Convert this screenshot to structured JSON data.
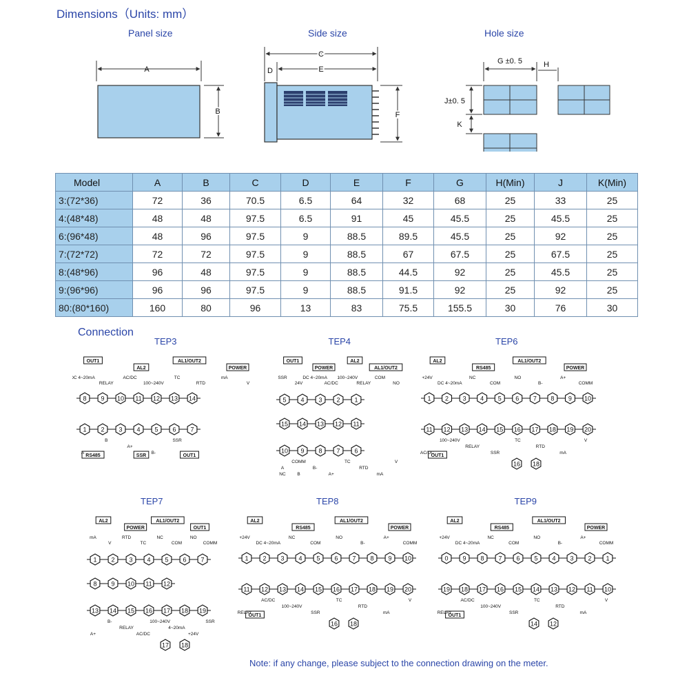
{
  "dimensions": {
    "title": "Dimensions（Units: mm）",
    "panel_caption": "Panel size",
    "side_caption": "Side size",
    "hole_caption": "Hole size",
    "panel_labels": {
      "a": "A",
      "b": "B"
    },
    "side_labels": {
      "c": "C",
      "d": "D",
      "e": "E",
      "f": "F"
    },
    "hole_labels": {
      "g": "G ±0. 5",
      "h": "H",
      "j": "J±0. 5",
      "k": "K"
    }
  },
  "table": {
    "headers": [
      "Model",
      "A",
      "B",
      "C",
      "D",
      "E",
      "F",
      "G",
      "H(Min)",
      "J",
      "K(Min)"
    ],
    "rows": [
      [
        "3:(72*36)",
        "72",
        "36",
        "70.5",
        "6.5",
        "64",
        "32",
        "68",
        "25",
        "33",
        "25"
      ],
      [
        "4:(48*48)",
        "48",
        "48",
        "97.5",
        "6.5",
        "91",
        "45",
        "45.5",
        "25",
        "45.5",
        "25"
      ],
      [
        "6:(96*48)",
        "48",
        "96",
        "97.5",
        "9",
        "88.5",
        "89.5",
        "45.5",
        "25",
        "92",
        "25"
      ],
      [
        "7:(72*72)",
        "72",
        "72",
        "97.5",
        "9",
        "88.5",
        "67",
        "67.5",
        "25",
        "67.5",
        "25"
      ],
      [
        "8:(48*96)",
        "96",
        "48",
        "97.5",
        "9",
        "88.5",
        "44.5",
        "92",
        "25",
        "45.5",
        "25"
      ],
      [
        "9:(96*96)",
        "96",
        "96",
        "97.5",
        "9",
        "88.5",
        "91.5",
        "92",
        "25",
        "92",
        "25"
      ],
      [
        "80:(80*160)",
        "160",
        "80",
        "96",
        "13",
        "83",
        "75.5",
        "155.5",
        "30",
        "76",
        "30"
      ]
    ]
  },
  "connection": {
    "title": "Connection",
    "diagrams": [
      {
        "name": "TEP3",
        "top_terminals": [
          "8",
          "9",
          "10",
          "11",
          "12",
          "13",
          "14"
        ],
        "bottom_terminals": [
          "1",
          "2",
          "3",
          "4",
          "5",
          "6",
          "7"
        ],
        "boxes": [
          "OUT1",
          "AL2",
          "AL1/OUT2",
          "POWER",
          "RS485",
          "SSR",
          "OUT1"
        ],
        "labels": [
          "DC 4~20mA",
          "RELAY",
          "AC/DC",
          "100~240V",
          "TC",
          "RTD",
          "mA",
          "V",
          "A",
          "B",
          "A+",
          "B-",
          "SSR"
        ]
      },
      {
        "name": "TEP4",
        "top_terminals": [
          "5",
          "4",
          "3",
          "2",
          "1"
        ],
        "mid_terminals": [
          "15",
          "14",
          "13",
          "12",
          "11"
        ],
        "bottom_terminals": [
          "10",
          "9",
          "8",
          "7",
          "6"
        ],
        "boxes": [
          "OUT1",
          "POWER",
          "AL2",
          "AL1/OUT2"
        ],
        "labels": [
          "SSR",
          "24V",
          "DC 4~20mA",
          "AC/DC",
          "100~240V",
          "RELAY",
          "COM",
          "NO",
          "NC",
          "COMM",
          "B-",
          "A+",
          "TC",
          "RTD",
          "mA",
          "V",
          "A",
          "B"
        ]
      },
      {
        "name": "TEP6",
        "top_terminals": [
          "1",
          "2",
          "3",
          "4",
          "5",
          "6",
          "7",
          "8",
          "9",
          "10"
        ],
        "bottom_terminals": [
          "11",
          "12",
          "13",
          "14",
          "15",
          "16",
          "17",
          "18",
          "19",
          "20"
        ],
        "extra_terminals": [
          "16",
          "18"
        ],
        "boxes": [
          "AL2",
          "RS485",
          "AL1/OUT2",
          "POWER",
          "OUT1"
        ],
        "labels": [
          "+24V",
          "DC 4~20mA",
          "NC",
          "COM",
          "NO",
          "B-",
          "A+",
          "COMM",
          "AC/DC",
          "100~240V",
          "RELAY",
          "SSR",
          "TC",
          "RTD",
          "mA",
          "V"
        ]
      },
      {
        "name": "TEP7",
        "top_terminals": [
          "1",
          "2",
          "3",
          "4",
          "5",
          "6",
          "7"
        ],
        "mid_terminals": [
          "8",
          "9",
          "10",
          "11",
          "12"
        ],
        "bottom_terminals": [
          "13",
          "14",
          "15",
          "16",
          "17",
          "18",
          "19"
        ],
        "extra_terminals": [
          "17",
          "18"
        ],
        "boxes": [
          "AL2",
          "POWER",
          "AL1/OUT2",
          "OUT1"
        ],
        "labels": [
          "mA",
          "V",
          "RTD",
          "TC",
          "NC",
          "COM",
          "NO",
          "COMM",
          "A+",
          "B-",
          "RELAY",
          "AC/DC",
          "100~240V",
          "4~20mA",
          "+24V",
          "SSR"
        ]
      },
      {
        "name": "TEP8",
        "top_terminals": [
          "1",
          "2",
          "3",
          "4",
          "5",
          "6",
          "7",
          "8",
          "9",
          "10"
        ],
        "bottom_terminals": [
          "11",
          "12",
          "13",
          "14",
          "15",
          "16",
          "17",
          "18",
          "19",
          "20"
        ],
        "extra_terminals": [
          "16",
          "18"
        ],
        "boxes": [
          "AL2",
          "RS485",
          "AL1/OUT2",
          "POWER",
          "OUT1"
        ],
        "labels": [
          "+24V",
          "DC 4~20mA",
          "NC",
          "COM",
          "NO",
          "B-",
          "A+",
          "COMM",
          "RELAY",
          "AC/DC",
          "100~240V",
          "SSR",
          "TC",
          "RTD",
          "mA",
          "V"
        ]
      },
      {
        "name": "TEP9",
        "top_terminals": [
          "0",
          "9",
          "8",
          "7",
          "6",
          "5",
          "4",
          "3",
          "2",
          "1"
        ],
        "bottom_terminals": [
          "19",
          "18",
          "17",
          "16",
          "15",
          "14",
          "13",
          "12",
          "11",
          "10"
        ],
        "extra_terminals": [
          "14",
          "12"
        ],
        "boxes": [
          "AL2",
          "RS485",
          "AL1/OUT2",
          "POWER",
          "OUT1"
        ],
        "labels": [
          "+24V",
          "DC 4~20mA",
          "NC",
          "COM",
          "NO",
          "B-",
          "A+",
          "COMM",
          "RELAY",
          "AC/DC",
          "100~240V",
          "SSR",
          "TC",
          "RTD",
          "mA",
          "V"
        ]
      }
    ],
    "note": "Note: if any change, please subject to the connection drawing on the meter."
  },
  "colors": {
    "title_blue": "#2b46a8",
    "panel_fill": "#a8d0ec",
    "table_header": "#a8d0ec",
    "border": "#6f8fb0"
  }
}
